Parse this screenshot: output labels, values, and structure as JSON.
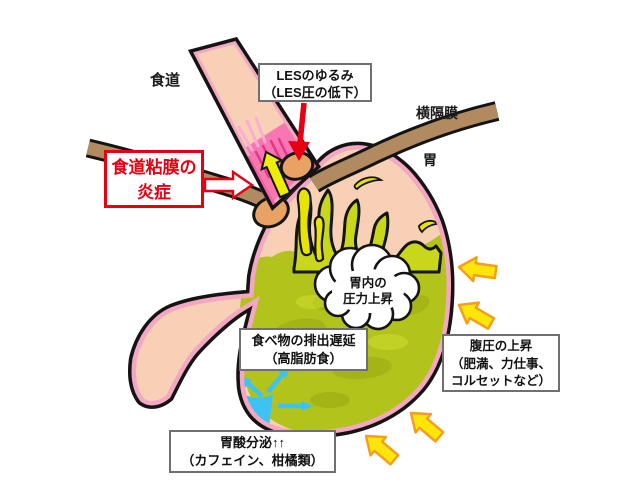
{
  "figure": {
    "title_implied": "逆流性食道炎の要因図",
    "labels": {
      "esophagus": "食道",
      "diaphragm": "横隔膜",
      "stomach": "胃"
    },
    "callouts": {
      "les": {
        "line1": "LESのゆるみ",
        "line2": "（LES圧の低下）"
      },
      "inflammation": {
        "line1": "食道粘膜の",
        "line2": "炎症"
      },
      "gastric_pressure": {
        "line1": "胃内の",
        "line2": "圧力上昇"
      },
      "delayed_emptying": {
        "line1": "食べ物の排出遅延",
        "line2": "（高脂肪食）"
      },
      "abdominal_pressure": {
        "line1": "腹圧の上昇",
        "line2": "（肥満、力仕事、",
        "line3": "コルセットなど）"
      },
      "acid_secretion": {
        "line1": "胃酸分泌↑↑",
        "line2": "（カフェイン、柑橘類）"
      }
    },
    "colors": {
      "callout_red": "#e60012",
      "box_border_gray": "#707070",
      "tissue_peach": "#f7d0b5",
      "mucosa_pink": "#f4a7c2",
      "inflamed_pink": "#f877b2",
      "inflamed_streak": "#e8368c",
      "gastric_fluid_green": "#b2c31b",
      "splash_green": "#c9d71b",
      "acid_yellow": "#e8e400",
      "reflux_arrow_yellow": "#f0ec0a",
      "les_sphincter_tan": "#e8a263",
      "diaphragm_brown": "#b18a5f",
      "pressure_arrow_yellow": "#ffe60a",
      "pressure_arrow_orange": "#f59e1c",
      "acid_secretion_cyan": "#3cc3f2",
      "outline_black": "#141414"
    }
  }
}
